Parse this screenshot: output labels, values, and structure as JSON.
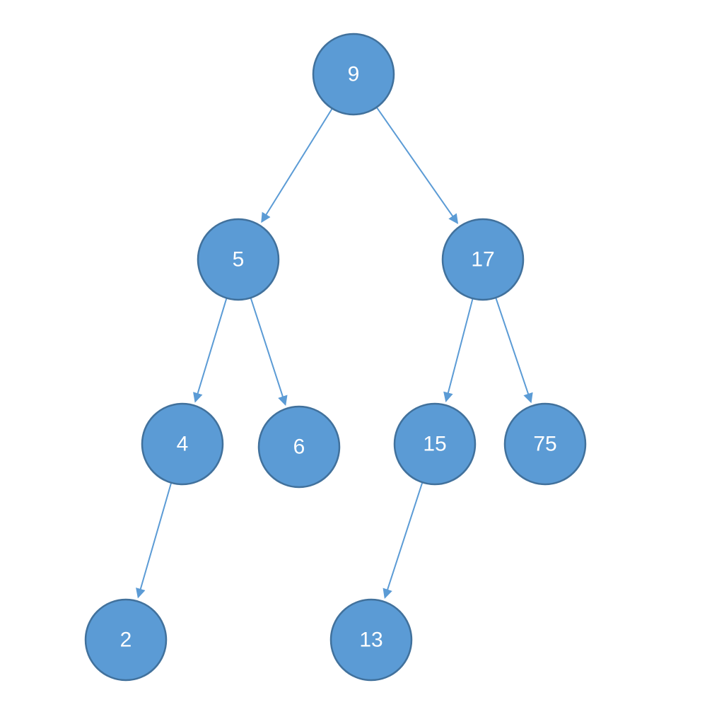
{
  "colors": {
    "node_fill": "#5b9bd5",
    "node_stroke": "#41719c",
    "edge": "#5b9bd5",
    "label": "#ffffff"
  },
  "tree": {
    "nodes": [
      {
        "id": "n9",
        "label": "9"
      },
      {
        "id": "n5",
        "label": "5"
      },
      {
        "id": "n17",
        "label": "17"
      },
      {
        "id": "n4",
        "label": "4"
      },
      {
        "id": "n6",
        "label": "6"
      },
      {
        "id": "n15",
        "label": "15"
      },
      {
        "id": "n75",
        "label": "75"
      },
      {
        "id": "n2",
        "label": "2"
      },
      {
        "id": "n13",
        "label": "13"
      }
    ],
    "edges": [
      {
        "from": "n9",
        "to": "n5"
      },
      {
        "from": "n9",
        "to": "n17"
      },
      {
        "from": "n5",
        "to": "n4"
      },
      {
        "from": "n5",
        "to": "n6"
      },
      {
        "from": "n17",
        "to": "n15"
      },
      {
        "from": "n17",
        "to": "n75"
      },
      {
        "from": "n4",
        "to": "n2"
      },
      {
        "from": "n15",
        "to": "n13"
      }
    ]
  }
}
